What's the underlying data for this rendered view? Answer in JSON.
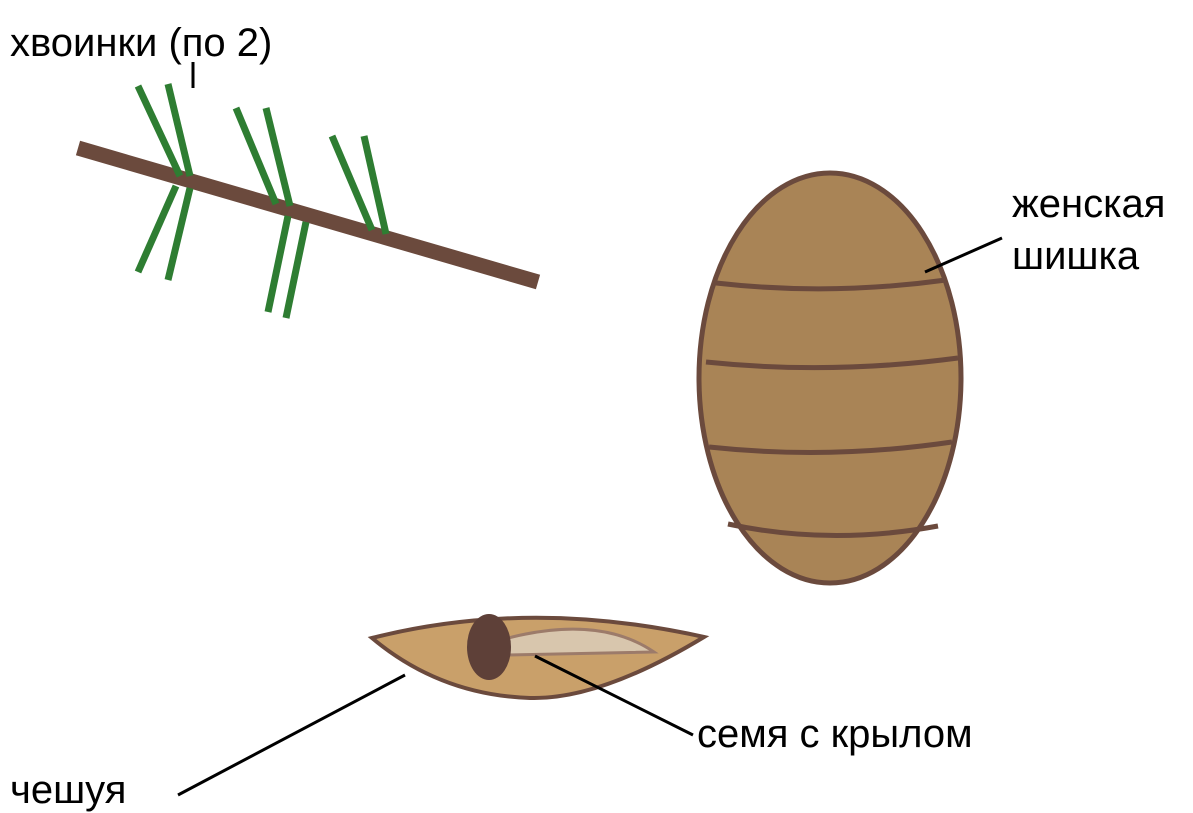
{
  "labels": {
    "needles": "хвоинки (по 2)",
    "cone_line1": "женская",
    "cone_line2": "шишка",
    "seed": "семя с крылом",
    "scale": "чешуя"
  },
  "colors": {
    "branch": "#6b4a3d",
    "needle": "#2e7d32",
    "cone_fill": "#a98456",
    "cone_stroke": "#6b4a3d",
    "scale_fill": "#c9a06a",
    "scale_stroke": "#6b4a3d",
    "seed": "#5e4038",
    "wing_fill": "#d8c6ad",
    "wing_stroke": "#9c7b6a",
    "leader": "#000000"
  }
}
